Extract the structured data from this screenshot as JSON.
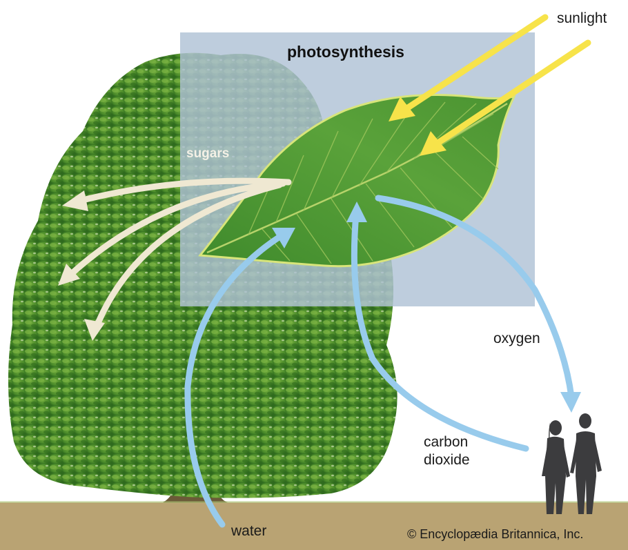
{
  "diagram": {
    "title": "photosynthesis",
    "labels": {
      "sunlight": "sunlight",
      "sugars": "sugars",
      "oxygen": "oxygen",
      "carbon_dioxide_line1": "carbon",
      "carbon_dioxide_line2": "dioxide",
      "water": "water"
    },
    "copyright": "© Encyclopædia Britannica, Inc.",
    "colors": {
      "panel": "#b0c2d6",
      "sunlight_arrow": "#f7e34a",
      "sugar_arrow": "#efe8d2",
      "water_gas_arrow": "#98cbec",
      "ground": "#b9a373",
      "leaf": "#4f9a36",
      "leaf_edge": "#d8e57a",
      "tree": "#4d8a2a",
      "human_silhouette": "#3c3c3e"
    }
  }
}
